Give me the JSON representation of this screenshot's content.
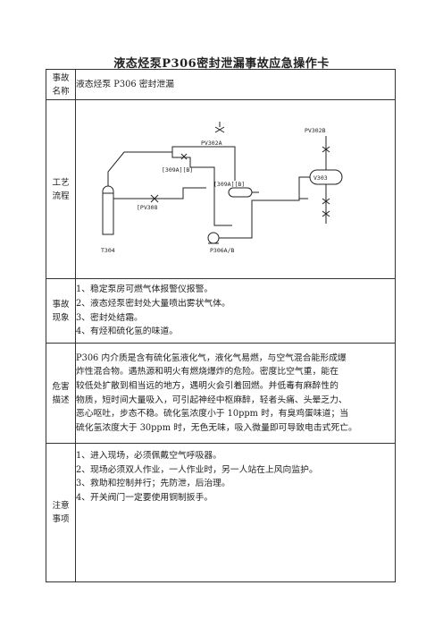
{
  "title": "液态烃泵P306密封泄漏事故应急操作卡",
  "rows": {
    "name": {
      "label_line1": "事故",
      "label_line2": "名称",
      "value": "液态烃泵 P306 密封泄漏"
    },
    "process": {
      "label_line1": "工艺",
      "label_line2": "流程",
      "diagram_labels": {
        "pv302a": "PV302A",
        "pv302b": "PV302B",
        "valve_302ab_upper": "[309A][B]",
        "valve_309ab": "[309A][B]",
        "pv308": "[PV308",
        "v303": "V303",
        "t304": "T304",
        "p306": "P306A/B"
      }
    },
    "phenomena": {
      "label_line1": "事故",
      "label_line2": "现象",
      "items": [
        "1、稳定泵房可燃气体报警仪报警。",
        "2、液态烃泵密封处大量喷出雾状气体。",
        "3、密封处结霜。",
        "4、有烃和硫化氢的味道。"
      ]
    },
    "hazard": {
      "label_line1": "危害",
      "label_line2": "描述",
      "lines": [
        "P306 内介质是含有硫化氢液化气，液化气易燃，与空气混合能形成爆",
        "炸性混合物。遇热源和明火有燃烧爆炸的危险。密度比空气重，能在",
        "较低处扩散到相当远的地方，遇明火会引着回燃。并低毒有麻醉性的",
        "物质，短时间大量吸入，可引起神经中枢麻醉，轻者头痛、头晕乏力、",
        "恶心呕吐，步态不稳。硫化氢浓度小于 10ppm 时，有臭鸡蛋味道；当",
        "硫化氢浓度大于 30ppm 时，无色无味，吸入微量即可导致电击式死亡。"
      ]
    },
    "notes": {
      "label_line1": "注意",
      "label_line2": "事项",
      "items": [
        "1、进入现场，必须佩戴空气呼吸器。",
        "2、现场必须双人作业，一人作业时，另一人站在上风向监护。",
        "3、救助和控制并行；先防泄，后治理。",
        "4、开关阀门一定要使用铜制扳手。"
      ]
    }
  }
}
